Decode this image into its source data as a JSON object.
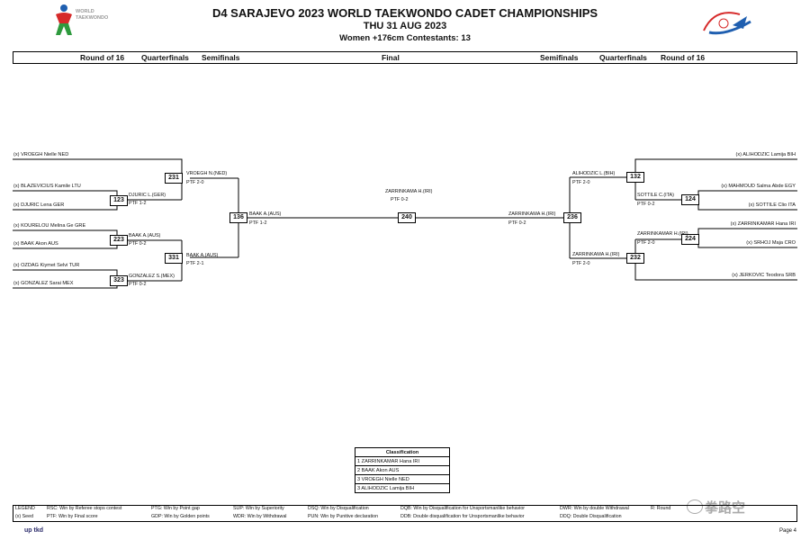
{
  "header": {
    "title": "D4 SARAJEVO 2023 WORLD TAEKWONDO CADET CHAMPIONSHIPS",
    "date": "THU 31 AUG 2023",
    "category": "Women +176cm  Contestants: 13",
    "logo_left_text": [
      "WORLD",
      "TAEKWONDO"
    ]
  },
  "rounds": {
    "left": [
      "Round of 16",
      "Quarterfinals",
      "Semifinals"
    ],
    "center": "Final",
    "right": [
      "Semifinals",
      "Quarterfinals",
      "Round of 16"
    ]
  },
  "left_entrants": [
    "(x) VROEGH Nielle NED",
    "(x) BLAZEVICIUS Kamile LTU",
    "(x) DJURIC Lena GER",
    "(x) KOURELOU Melina Ge GRE",
    "(x) BAAK Akon AUS",
    "(x) OZDAG Kiymet Selvi TUR",
    "(x) GONZALEZ Sarai MEX"
  ],
  "right_entrants": [
    "(x) ALIHODZIC Lamija BIH",
    "(x) MAHMOUD Salma Abde EGY",
    "(x) SOTTILE Clio ITA",
    "(x) ZARRINKAMAR Hana IRI",
    "(x) SRHOJ Maja CRO",
    "(x) JERKOVIC Teodora SRB"
  ],
  "matches": {
    "m123": {
      "num": "123",
      "winner": "DJURIC L.(GER)",
      "score": "PTF 1-2"
    },
    "m223": {
      "num": "223",
      "winner": "BAAK A.(AUS)",
      "score": "PTF 0-2"
    },
    "m323": {
      "num": "323",
      "winner": "GONZALEZ S.(MEX)",
      "score": "PTF 0-2"
    },
    "m231": {
      "num": "231",
      "winner": "VROEGH N.(NED)",
      "score": "PTF 2-0"
    },
    "m331": {
      "num": "331",
      "winner": "BAAK A.(AUS)",
      "score": "PTF 2-1"
    },
    "m136": {
      "num": "136",
      "winner": "BAAK A.(AUS)",
      "score": "PTF 1-2"
    },
    "m240": {
      "num": "240",
      "winner": "ZARRINKAMA H.(IRI)",
      "score": "PTF 0-2"
    },
    "m236": {
      "num": "236",
      "winner": "ZARRINKAMA H.(IRI)",
      "score": "PTF 0-2"
    },
    "m132": {
      "num": "132",
      "winner": "ALIHODZIC L.(BIH)",
      "score": "PTF 2-0"
    },
    "m232": {
      "num": "232",
      "winner": "ZARRINKAMA H.(IRI)",
      "score": "PTF 2-0"
    },
    "m124": {
      "num": "124",
      "winner": "SOTTILE C.(ITA)",
      "score": "PTF 0-2"
    },
    "m224": {
      "num": "224",
      "winner": "ZARRINKAMAR H.(IRI)",
      "score": "PTF 2-0"
    }
  },
  "classification": {
    "title": "Classification",
    "rows": [
      "1 ZARRINKAMAR Hana IRI",
      "2 BAAK Akon AUS",
      "3 VROEGH Nielle NED",
      "3 ALIHODZIC Lamija BIH"
    ]
  },
  "legend": {
    "label": "LEGEND",
    "seed": "(x) Seed",
    "row1": [
      "RSC: Win by Referee stops contest",
      "PTG: Win by Point gap",
      "SUP: Win by Superiority",
      "DSQ: Win by Disqualification",
      "DQB: Win by Disqualification for Unsportsmanlike behavior",
      "DWR: Win by double Withdrawal",
      "R: Round"
    ],
    "row2": [
      "PTF: Win by Final score",
      "GDP: Win by Golden points",
      "WDR: Win by Withdrawal",
      "PUN: Win by Punitive declaration",
      "DDB: Double disqualification for Unsportsmanlike behavior",
      "DDQ: Double Disqualification"
    ]
  },
  "footer": {
    "logo": "up tkd",
    "page": "Page 4",
    "watermark": "拳路空"
  },
  "colors": {
    "logo_red": "#d62a2a",
    "logo_blue": "#1f5fb0",
    "logo_green": "#2e9a3e"
  }
}
